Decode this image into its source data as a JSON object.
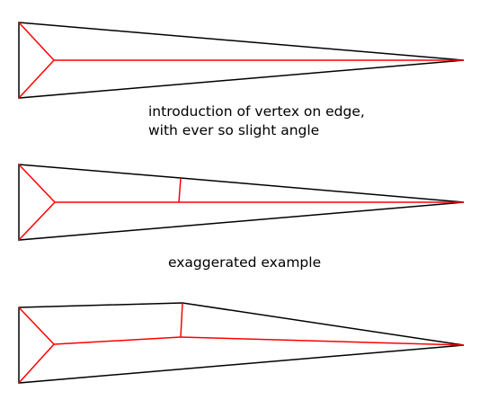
{
  "captions": {
    "line1": "introduction of vertex on edge,",
    "line2": "with ever so slight angle",
    "line3": "exaggerated example"
  },
  "colors": {
    "outline": "#000000",
    "skeleton": "#ff0000",
    "background": "#ffffff"
  },
  "figures": [
    {
      "id": "original-shape",
      "edge_vertex": false
    },
    {
      "id": "slight-angle-shape",
      "edge_vertex": true
    },
    {
      "id": "exaggerated-shape",
      "edge_vertex": true
    }
  ]
}
